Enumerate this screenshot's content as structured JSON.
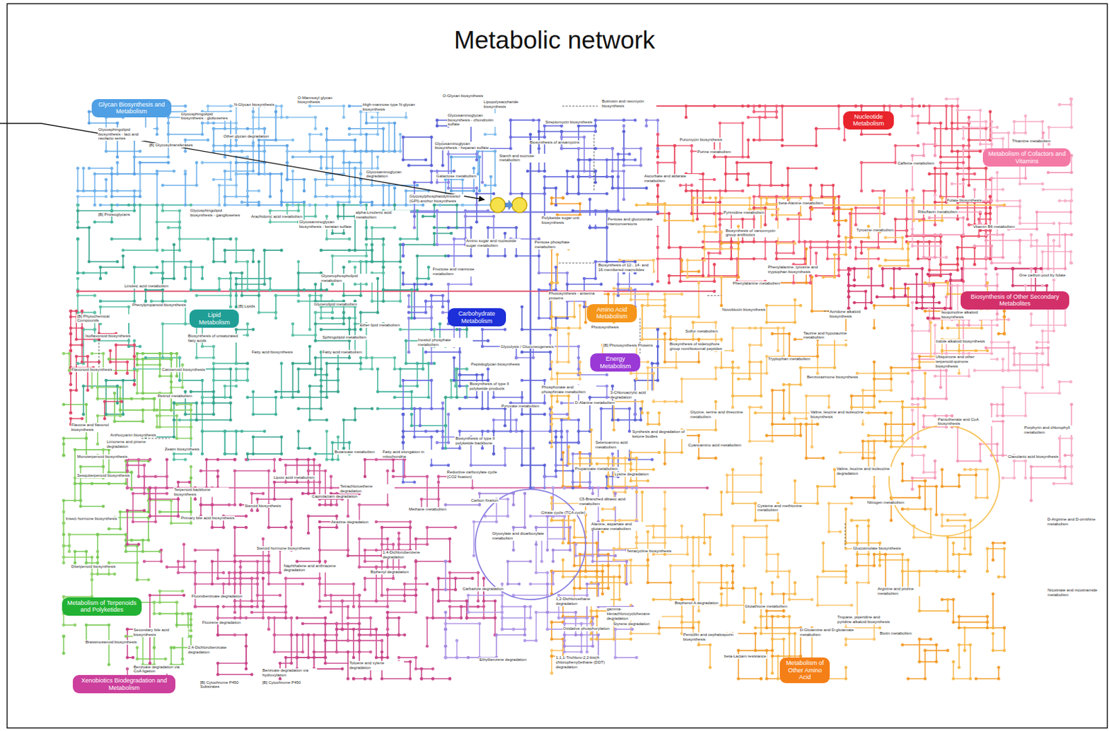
{
  "diagram": {
    "title": "Metabolic network",
    "nodes": [
      {
        "text": [
          "Glycan Biosynthesis and Metabolism"
        ]
      },
      {
        "text": [
          "Nucleotide Metabolism"
        ]
      },
      {
        "text": [
          "Metabolism of Cofactors and Vitamins"
        ]
      },
      {
        "text": [
          "Biosynthesis of Other Secondary Metabolites"
        ]
      },
      {
        "text": [
          "Amino Acid Metabolism"
        ]
      },
      {
        "text": [
          "Carbohydrate Metabolism"
        ]
      },
      {
        "text": [
          "Lipid Metabolism"
        ]
      },
      {
        "text": [
          "Energy Metabolism"
        ]
      },
      {
        "text": [
          "Metabolism of Terpenoids and Polyketides"
        ]
      },
      {
        "text": [
          "Metabolism of Other Amino Acid"
        ]
      },
      {
        "text": [
          "Xenobiotics Biodegradation and Metabolism"
        ]
      }
    ],
    "labels": [
      "O-Mannosyl glycan biosynthesis",
      "N-Glycan biosynthesis",
      "O-Glycan biosynthesis",
      "Lipopolysaccharide biosynthesis",
      "High-mannose type N-glycan biosynthesis",
      "Butirosin and neomycin biosynthesis",
      "Glycosphingolipid biosynthesis - globoseries",
      "Glycosaminoglycan biosynthesis - chondroitin sulfate",
      "Streptomycin biosynthesis",
      "Glycosphingolipid biosynthesis - lact and neolacto series",
      "Other glycan degradation",
      "[B] Glycosyltransferases",
      "Glycosaminoglycan biosynthesis - heparan sulfate",
      "Biosynthesis of ansamycins",
      "Puromycin biosynthesis",
      "Purine metabolism",
      "Thiamine metabolism",
      "Starch and sucrose metabolism",
      "Caffeine metabolism",
      "Glycosaminoglycan degradation",
      "Galactose metabolism",
      "Ascorbate and aldarate metabolism",
      "Glycosylphosphatidylinositol (GPI)-anchor biosynthesis",
      "Folate biosynthesis",
      "beta-Alanine metabolism",
      "Riboflavin metabolism",
      "[B] Proteoglycans",
      "Glycosphingolipid biosynthesis - ganglioseries",
      "Arachidonic acid metabolism",
      "Glycosaminoglycan biosynthesis - keratan sulfate",
      "alpha-Linolenic acid metabolism",
      "Polyketide sugar unit biosynthesis",
      "Pentose and glucuronate interconversions",
      "Pyrimidine metabolism",
      "Vitamin B6 metabolism",
      "Biosynthesis of vancomycin group antibiotics",
      "Tyrosine metabolism",
      "Amino sugar and nucleotide sugar metabolism",
      "Pentose phosphate metabolism",
      "Biosynthesis of 12-, 14- and 16-membered macrolides",
      "Phenylalanine, tyrosine and tryptophan biosynthesis",
      "Fructose and mannose metabolism",
      "Glycerophospholipid metabolism",
      "One carbon pool by folate",
      "Linoleic acid metabolism",
      "Isoquinoline alkaloid biosynthesis",
      "Phenylalanine metabolism",
      "Photosynthesis - antenna proteins",
      "Glycerolipid metabolism",
      "[B] Lipids",
      "Phenylpropanoid biosynthesis",
      "[B] Phytochemical Compounds",
      "Novobiocin biosynthesis",
      "Acridone alkaloid biosynthesis",
      "Ether lipid metabolism",
      "Photosynthesis",
      "Sulfur metabolism",
      "Taurine and hypotaurine metabolism",
      "Inositol phosphate metabolism",
      "[B] Photosynthesis Proteins",
      "Glycolysis / Gluconeogenesis",
      "Indole alkaloid biosynthesis",
      "Isoflavonoid biosynthesis",
      "Sphingolipid metabolism",
      "Biosynthesis of unsaturated fatty acids",
      "Biosynthesis of siderophore group nonribosomal peptides",
      "Tryptophan metabolism",
      "Ubiquinone and other terpenoid-quinone biosynthesis",
      "Flavonoid biosynthesis",
      "Carotenoid biosynthesis",
      "Fatty acid biosynthesis",
      "Fatty acid metabolism",
      "Peptidoglycan biosynthesis",
      "Biosynthesis of type II polyketide products",
      "Phosphonate and phosphinate metabolism",
      "3-Chloroacrylic acid degradation",
      "D-Alanine metabolism",
      "Benzoxazinone biosynthesis",
      "Retinol metabolism",
      "Pyruvate metabolism",
      "Glycine, serine and threonine metabolism",
      "Valine, leucine and isoleucine biosynthesis",
      "Pantothenate and CoA biosynthesis",
      "Flavone and flavonol biosynthesis",
      "Anthocyanin biosynthesis",
      "Porphyrin and chlorophyll metabolism",
      "Limonene and pinene degradation",
      "Zeatin biosynthesis",
      "Biosynthesis of type II polyketide backbone",
      "Synthesis and degradation of ketone bodies",
      "Butanoate metabolism",
      "Fatty acid elongation in mitochondria",
      "Selenoamino acid metabolism",
      "Cyanoamino acid metabolism",
      "Clavulanic acid biosynthesis",
      "Monoterpenoid biosynthesis",
      "Valine, leucine and isoleucine degradation",
      "Sesquiterpenoid biosynthesis",
      "Lipoic acid metabolism",
      "Tetrachloroethene degradation",
      "Reductive carboxylate cycle (CO2 fixation)",
      "Propanoate metabolism",
      "Lysine degradation",
      "Terpenoid backbone biosynthesis",
      "Caprolactam degradation",
      "Carbon fixation",
      "Steroid biosynthesis",
      "Methane metabolism",
      "C5-Branched dibasic acid metabolism",
      "Nitrogen metabolism",
      "Cysteine and methionine metabolism",
      "Insect hormone biosynthesis",
      "Primary bile acid biosynthesis",
      "Atrazine degradation",
      "Citrate cycle (TCA cycle)",
      "Glyoxylate and dicarboxylate metabolism",
      "Alanine, aspartate and glutamate metabolism",
      "D-Arginine and D-ornithine metabolism",
      "Steroid hormone biosynthesis",
      "1,4-Dichlorobenzene degradation",
      "Tetracycline biosynthesis",
      "Glucosinolate biosynthesis",
      "Diterpenoid biosynthesis",
      "Naphthalene and anthracene degradation",
      "Biphenyl degradation",
      "Arginine and proline metabolism",
      "Carbazole degradation",
      "1,2-Dichloroethane degradation",
      "gamma-Hexachlorocyclohexane degradation",
      "Bisphenol A degradation",
      "Glutathione metabolism",
      "Nicotinate and nicotinamide metabolism",
      "Fluorobenzoate degradation",
      "Styrene degradation",
      "Tropane, piperidine and pyridine alkaloid biosynthesis",
      "Fluorene degradation",
      "Oxidative phosphorylation",
      "Secondary bile acid biosynthesis",
      "D-Glutamine and D-glutamate metabolism",
      "Biotin metabolism",
      "Penicillin and cephalosporin biosynthesis",
      "Brassinosteroid biosynthesis",
      "2,4-Dichlorobenzoate degradation",
      "1,1,1-Trichloro-2,2-bis(4-chlorophenyl)ethane (DDT) degradation",
      "Ethylbenzene degradation",
      "Toluene and xylene degradation",
      "beta-Lactam resistance",
      "Benzoate degradation via CoA ligation",
      "Benzoate degradation via hydroxylation",
      "[B] Cytochrome P450 Substrates",
      "[B] Cytochrome P450"
    ]
  }
}
